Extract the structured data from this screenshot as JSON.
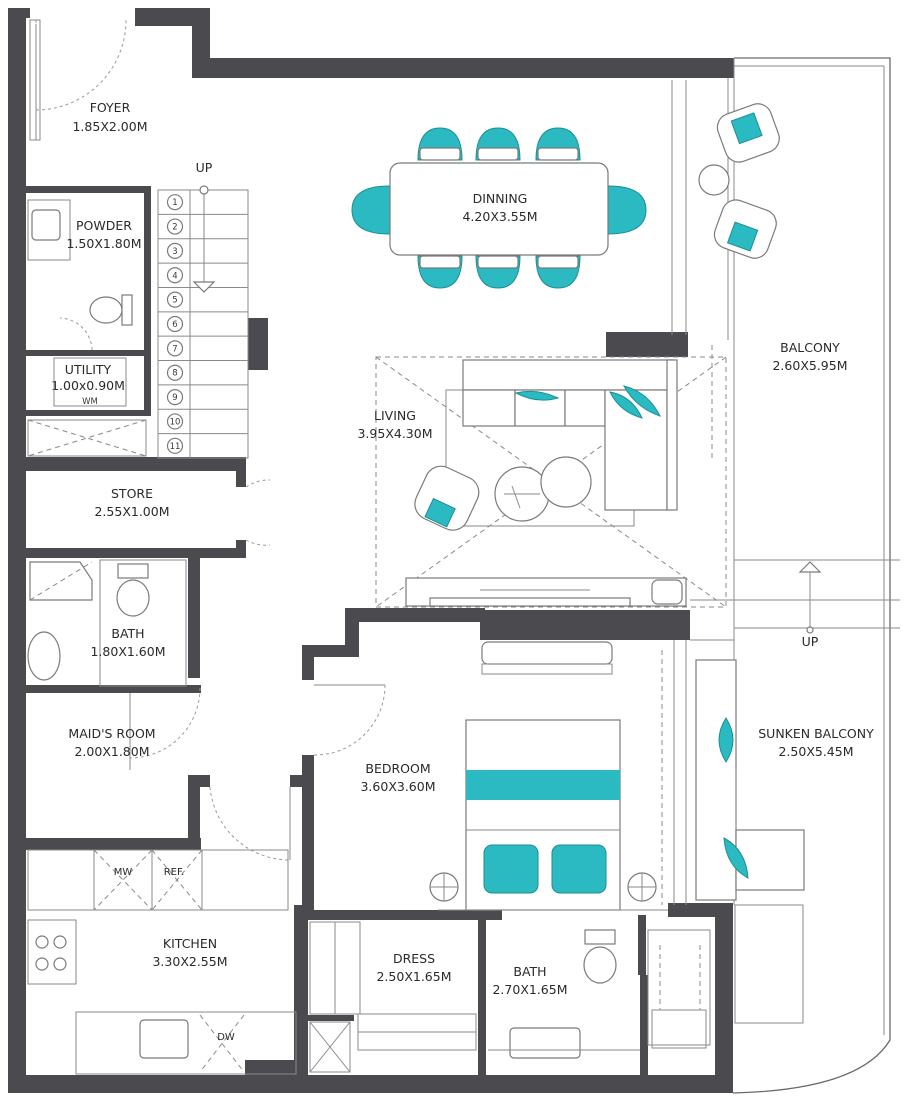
{
  "rooms": [
    {
      "key": "foyer",
      "name": "FOYER",
      "size": "1.85X2.00M"
    },
    {
      "key": "powder",
      "name": "POWDER",
      "size": "1.50X1.80M"
    },
    {
      "key": "utility",
      "name": "UTILITY",
      "size": "1.00x0.90M"
    },
    {
      "key": "dinning",
      "name": "DINNING",
      "size": "4.20X3.55M"
    },
    {
      "key": "balcony",
      "name": "BALCONY",
      "size": "2.60X5.95M"
    },
    {
      "key": "living",
      "name": "LIVING",
      "size": "3.95X4.30M"
    },
    {
      "key": "store",
      "name": "STORE",
      "size": "2.55X1.00M"
    },
    {
      "key": "bath1",
      "name": "BATH",
      "size": "1.80X1.60M"
    },
    {
      "key": "maids",
      "name": "MAID'S ROOM",
      "size": "2.00X1.80M"
    },
    {
      "key": "bedroom",
      "name": "BEDROOM",
      "size": "3.60X3.60M"
    },
    {
      "key": "sunken",
      "name": "SUNKEN BALCONY",
      "size": "2.50X5.45M"
    },
    {
      "key": "kitchen",
      "name": "KITCHEN",
      "size": "3.30X2.55M"
    },
    {
      "key": "dress",
      "name": "DRESS",
      "size": "2.50X1.65M"
    },
    {
      "key": "bath2",
      "name": "BATH",
      "size": "2.70X1.65M"
    }
  ],
  "labels": {
    "up_stairs": "UP",
    "up_balcony": "UP",
    "wm": "WM",
    "mw": "MW",
    "ref": "REF.",
    "dw": "DW"
  },
  "stair_steps": [
    "1",
    "2",
    "3",
    "4",
    "5",
    "6",
    "7",
    "8",
    "9",
    "10",
    "11"
  ],
  "colors": {
    "wall": "#4b4b4f",
    "accent": "#2bb9c2",
    "line": "#8a8a8a"
  }
}
